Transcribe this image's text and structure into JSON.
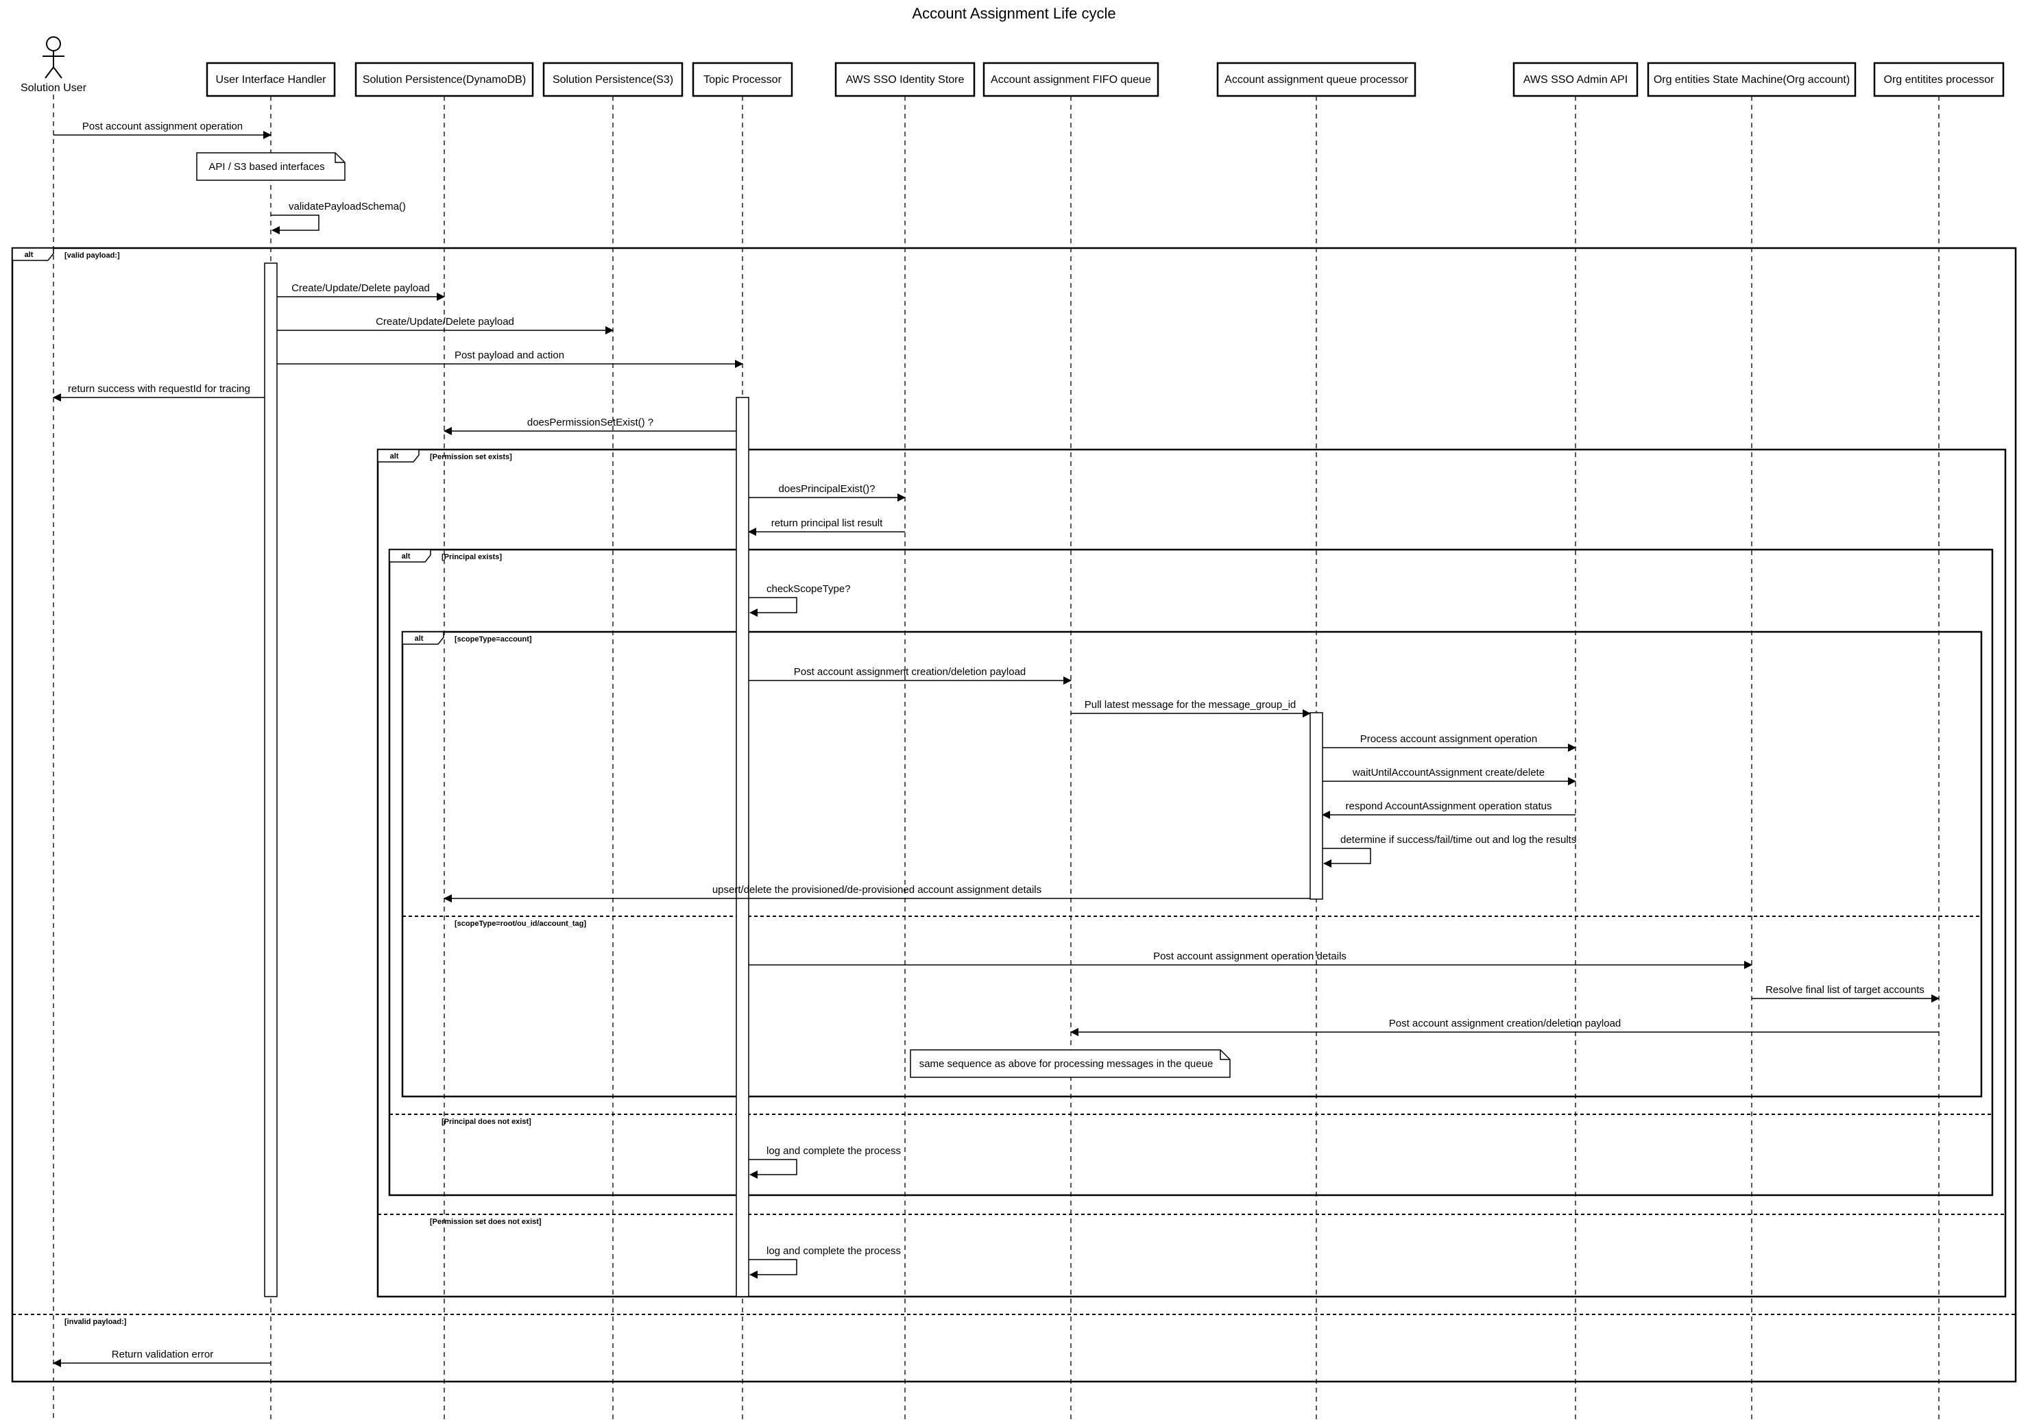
{
  "title": "Account Assignment Life cycle",
  "participants": [
    {
      "key": "user",
      "label": "Solution User",
      "actor": true
    },
    {
      "key": "uih",
      "label": "User Interface Handler"
    },
    {
      "key": "ddb",
      "label": "Solution Persistence(DynamoDB)"
    },
    {
      "key": "s3",
      "label": "Solution Persistence(S3)"
    },
    {
      "key": "tp",
      "label": "Topic Processor"
    },
    {
      "key": "ids",
      "label": "AWS SSO Identity Store"
    },
    {
      "key": "fifo",
      "label": "Account assignment FIFO queue"
    },
    {
      "key": "aqp",
      "label": "Account assignment queue processor"
    },
    {
      "key": "admin",
      "label": "AWS SSO Admin API"
    },
    {
      "key": "sm",
      "label": "Org entities State Machine(Org account)"
    },
    {
      "key": "oep",
      "label": "Org entitites processor"
    }
  ],
  "messages": [
    {
      "from": "user",
      "to": "uih",
      "label": "Post account assignment operation"
    },
    {
      "from": "uih",
      "to": "uih",
      "label": "validatePayloadSchema()",
      "self": true
    },
    {
      "from": "uih",
      "to": "ddb",
      "label": "Create/Update/Delete payload"
    },
    {
      "from": "uih",
      "to": "s3",
      "label": "Create/Update/Delete payload"
    },
    {
      "from": "uih",
      "to": "tp",
      "label": "Post payload and action"
    },
    {
      "from": "uih",
      "to": "user",
      "label": "return success with requestId for tracing"
    },
    {
      "from": "tp",
      "to": "ddb",
      "label": "doesPermissionSetExist() ?"
    },
    {
      "from": "tp",
      "to": "ids",
      "label": "doesPrincipalExist()?"
    },
    {
      "from": "ids",
      "to": "tp",
      "label": "return principal list result"
    },
    {
      "from": "tp",
      "to": "tp",
      "label": "checkScopeType?",
      "self": true
    },
    {
      "from": "tp",
      "to": "fifo",
      "label": "Post account assignment creation/deletion payload"
    },
    {
      "from": "fifo",
      "to": "aqp",
      "label": "Pull latest message for the message_group_id"
    },
    {
      "from": "aqp",
      "to": "admin",
      "label": "Process account assignment operation"
    },
    {
      "from": "aqp",
      "to": "admin",
      "label": "waitUntilAccountAssignment create/delete"
    },
    {
      "from": "admin",
      "to": "aqp",
      "label": "respond AccountAssignment operation status"
    },
    {
      "from": "aqp",
      "to": "aqp",
      "label": "determine if success/fail/time out and log the results",
      "self": true
    },
    {
      "from": "aqp",
      "to": "ddb",
      "label": "upsert/delete the provisioned/de-provisioned account assignment details"
    },
    {
      "from": "tp",
      "to": "sm",
      "label": "Post account assignment operation details"
    },
    {
      "from": "sm",
      "to": "oep",
      "label": "Resolve final list of target accounts"
    },
    {
      "from": "oep",
      "to": "fifo",
      "label": "Post account assignment creation/deletion payload"
    },
    {
      "from": "tp",
      "to": "tp",
      "label": "log and complete the process",
      "self": true
    },
    {
      "from": "tp",
      "to": "tp",
      "label": "log and complete the process",
      "self": true
    },
    {
      "from": "uih",
      "to": "user",
      "label": "Return validation error"
    }
  ],
  "notes": [
    {
      "label": "API / S3 based interfaces"
    },
    {
      "label": "same sequence as above for processing messages in the queue"
    }
  ],
  "fragments": [
    {
      "tag": "alt",
      "sections": [
        "[valid payload:]",
        "[invalid payload:]"
      ]
    },
    {
      "tag": "alt",
      "sections": [
        "[Permission set exists]",
        "[Permission set does not exist]"
      ]
    },
    {
      "tag": "alt",
      "sections": [
        "[Principal exists]",
        "[Principal does not exist]"
      ]
    },
    {
      "tag": "alt",
      "sections": [
        "[scopeType=account]",
        "[scopeType=root/ou_id/account_tag]"
      ]
    }
  ]
}
